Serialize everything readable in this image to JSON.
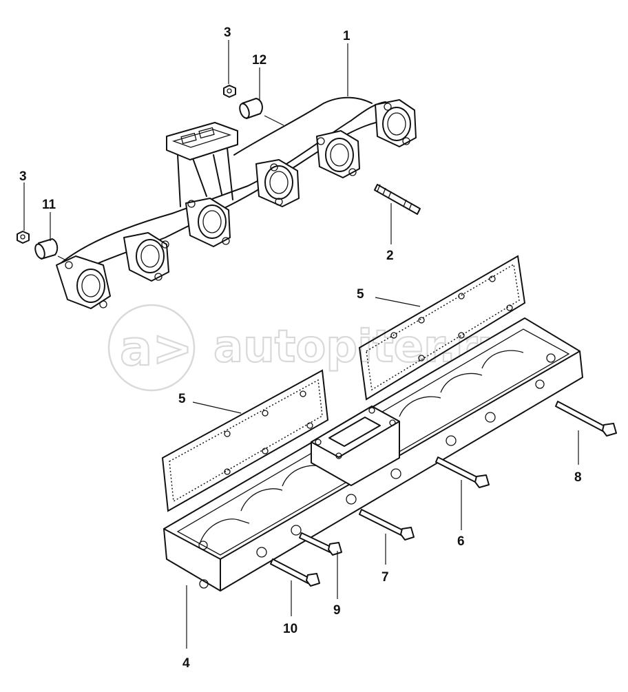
{
  "watermark": {
    "logo_mark": "a>",
    "text": "autopiter.ru"
  },
  "callouts": [
    {
      "id": "c1",
      "label": "1"
    },
    {
      "id": "c2",
      "label": "2"
    },
    {
      "id": "c3a",
      "label": "3"
    },
    {
      "id": "c3b",
      "label": "3"
    },
    {
      "id": "c4",
      "label": "4"
    },
    {
      "id": "c5a",
      "label": "5"
    },
    {
      "id": "c5b",
      "label": "5"
    },
    {
      "id": "c6",
      "label": "6"
    },
    {
      "id": "c7",
      "label": "7"
    },
    {
      "id": "c8",
      "label": "8"
    },
    {
      "id": "c9",
      "label": "9"
    },
    {
      "id": "c10",
      "label": "10"
    },
    {
      "id": "c11",
      "label": "11"
    },
    {
      "id": "c12",
      "label": "12"
    }
  ],
  "colors": {
    "ink": "#111111",
    "watermark": "#d9d9d9",
    "paper": "#ffffff"
  }
}
